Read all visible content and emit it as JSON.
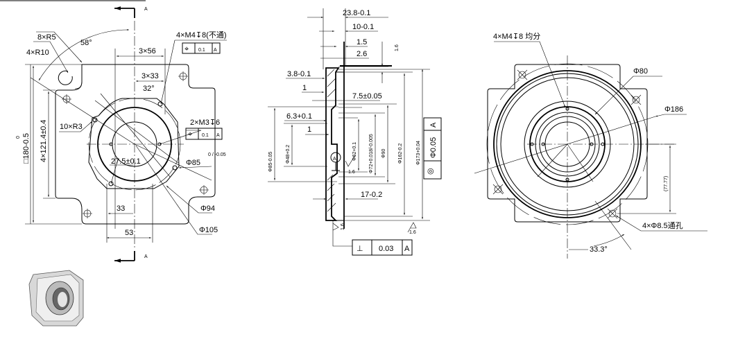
{
  "section_marker": "A",
  "front_view": {
    "r5": "8×R5",
    "angle58": "58°",
    "r10": "4×R10",
    "pitch56": "3×56",
    "pitch33": "3×33",
    "angle32": "32°",
    "m4_hole": "4×M4↧8(不通)",
    "m4_tol_symbol": "⌖",
    "m4_tol_value": "0.1",
    "m4_tol_datum": "A",
    "m3_hole": "2×M3↧6",
    "m3_tol_symbol": "⌖",
    "m3_tol_value": "0.1",
    "m3_tol_datum": "A",
    "r3": "10×R3",
    "square": "□180-0.5",
    "square_upper": "0",
    "pitch121": "4×121.4±0.4",
    "dim27": "27.5±0.1",
    "dia85": "Φ85",
    "dia85_tol": "0 / -0.05",
    "dim33": "33",
    "dim53": "53",
    "dia94": "Φ94",
    "dia105": "Φ105"
  },
  "section_view": {
    "d238": "23.8-0.1",
    "d10": "10-0.1",
    "d15": "1.5",
    "d16": "1.6",
    "d26": "2.6",
    "d38": "3.8-0.1",
    "d1a": "1",
    "d75": "7.5±0.05",
    "d63": "6.3+0.1",
    "d1b": "1",
    "dia85": "Φ85-0.05",
    "dia48": "Φ48+0.2",
    "dia62": "Φ62+0.1",
    "dia72": "Φ72+0.018/-0.005",
    "dia90": "Φ90",
    "dia162": "Φ162-0.2",
    "dia173": "Φ173+0.04",
    "d17": "17-0.2",
    "datum": "A",
    "rough1": "1.6",
    "rough2": "1.6",
    "rough3": "1.6",
    "conc_symbol": "◎",
    "conc_value": "Φ0.05",
    "conc_datum": "A",
    "perp_symbol": "⊥",
    "perp_value": "0.03",
    "perp_datum": "A"
  },
  "back_view": {
    "m4_hole": "4×M4↧8 均分",
    "dia80": "Φ80",
    "dia186": "Φ186",
    "dim7777": "(77.77)",
    "through_hole": "4×Φ8.5通孔",
    "angle": "33.3°"
  }
}
